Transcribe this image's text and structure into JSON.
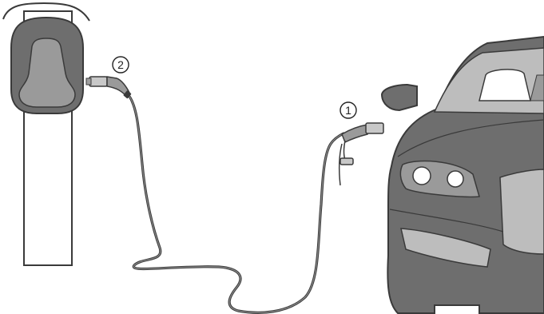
{
  "callouts": [
    {
      "number": "1",
      "refers_to": "vehicle-side-connector"
    },
    {
      "number": "2",
      "refers_to": "station-side-connector"
    }
  ],
  "colors": {
    "outline": "#3a3a3a",
    "body_dark": "#6e6e6e",
    "body_light": "#9a9a9a",
    "glass": "#bdbdbd",
    "connector_metal": "#c8c8c8",
    "cable": "#555555",
    "background": "#ffffff"
  },
  "icons": {
    "wallbox": "charging-station-icon",
    "car": "electric-car-icon",
    "plug": "charging-plug-icon"
  }
}
